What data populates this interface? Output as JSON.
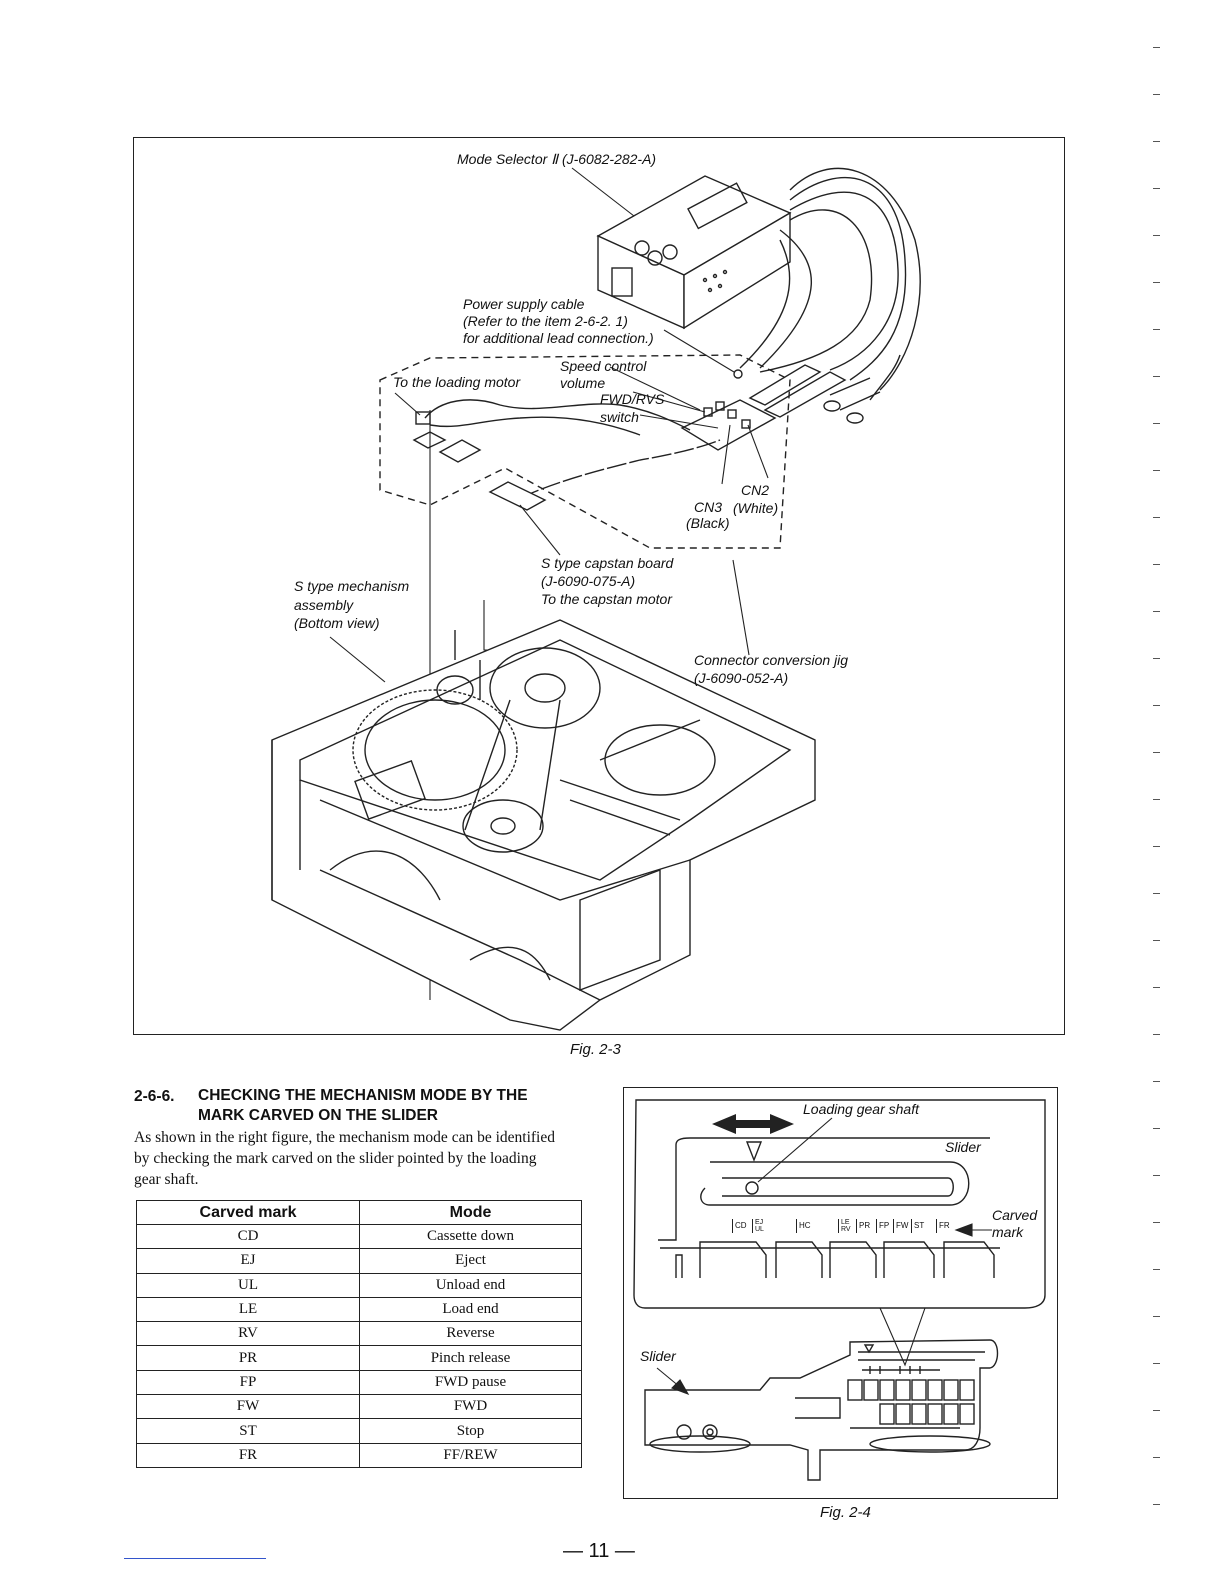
{
  "figure_2_3": {
    "caption": "Fig. 2-3",
    "labels": {
      "mode_selector": "Mode Selector Ⅱ (J-6082-282-A)",
      "power_cable_1": "Power supply cable",
      "power_cable_2": "(Refer to the item 2-6-2. 1)",
      "power_cable_3": "for additional lead connection.)",
      "speed_control_1": "Speed control",
      "speed_control_2": "volume",
      "loading_motor": "To the loading motor",
      "fwd_rvs_1": "FWD/RVS",
      "fwd_rvs_2": "switch",
      "cn2": "CN2",
      "cn3": "CN3",
      "white": "(White)",
      "black": "(Black)",
      "capstan_board_1": "S type capstan board",
      "capstan_board_2": "(J-6090-075-A)",
      "capstan_board_3": "To the capstan motor",
      "mechanism_1": "S type mechanism",
      "mechanism_2": "assembly",
      "mechanism_3": "(Bottom view)",
      "jig_1": "Connector conversion jig",
      "jig_2": "(J-6090-052-A)"
    }
  },
  "section": {
    "number": "2-6-6.",
    "title_line1": "CHECKING THE MECHANISM MODE BY THE",
    "title_line2": "MARK CARVED ON THE SLIDER",
    "body_line1": "As shown in the right figure, the mechanism mode can be identified",
    "body_line2": "by checking the mark carved on the slider pointed by the loading",
    "body_line3": "gear shaft."
  },
  "mode_table": {
    "headers": [
      "Carved mark",
      "Mode"
    ],
    "rows": [
      [
        "CD",
        "Cassette down"
      ],
      [
        "EJ",
        "Eject"
      ],
      [
        "UL",
        "Unload end"
      ],
      [
        "LE",
        "Load end"
      ],
      [
        "RV",
        "Reverse"
      ],
      [
        "PR",
        "Pinch release"
      ],
      [
        "FP",
        "FWD pause"
      ],
      [
        "FW",
        "FWD"
      ],
      [
        "ST",
        "Stop"
      ],
      [
        "FR",
        "FF/REW"
      ]
    ]
  },
  "figure_2_4": {
    "caption": "Fig. 2-4",
    "labels": {
      "loading_gear_shaft": "Loading gear shaft",
      "slider_top": "Slider",
      "carved_mark_1": "Carved",
      "carved_mark_2": "mark",
      "slider_bottom": "Slider"
    },
    "slider_marks": [
      "CD",
      "EJ",
      "UL",
      "HC",
      "LE",
      "RV",
      "PR",
      "FP",
      "FW",
      "ST",
      "FR"
    ]
  },
  "page_number": "— 11 —"
}
